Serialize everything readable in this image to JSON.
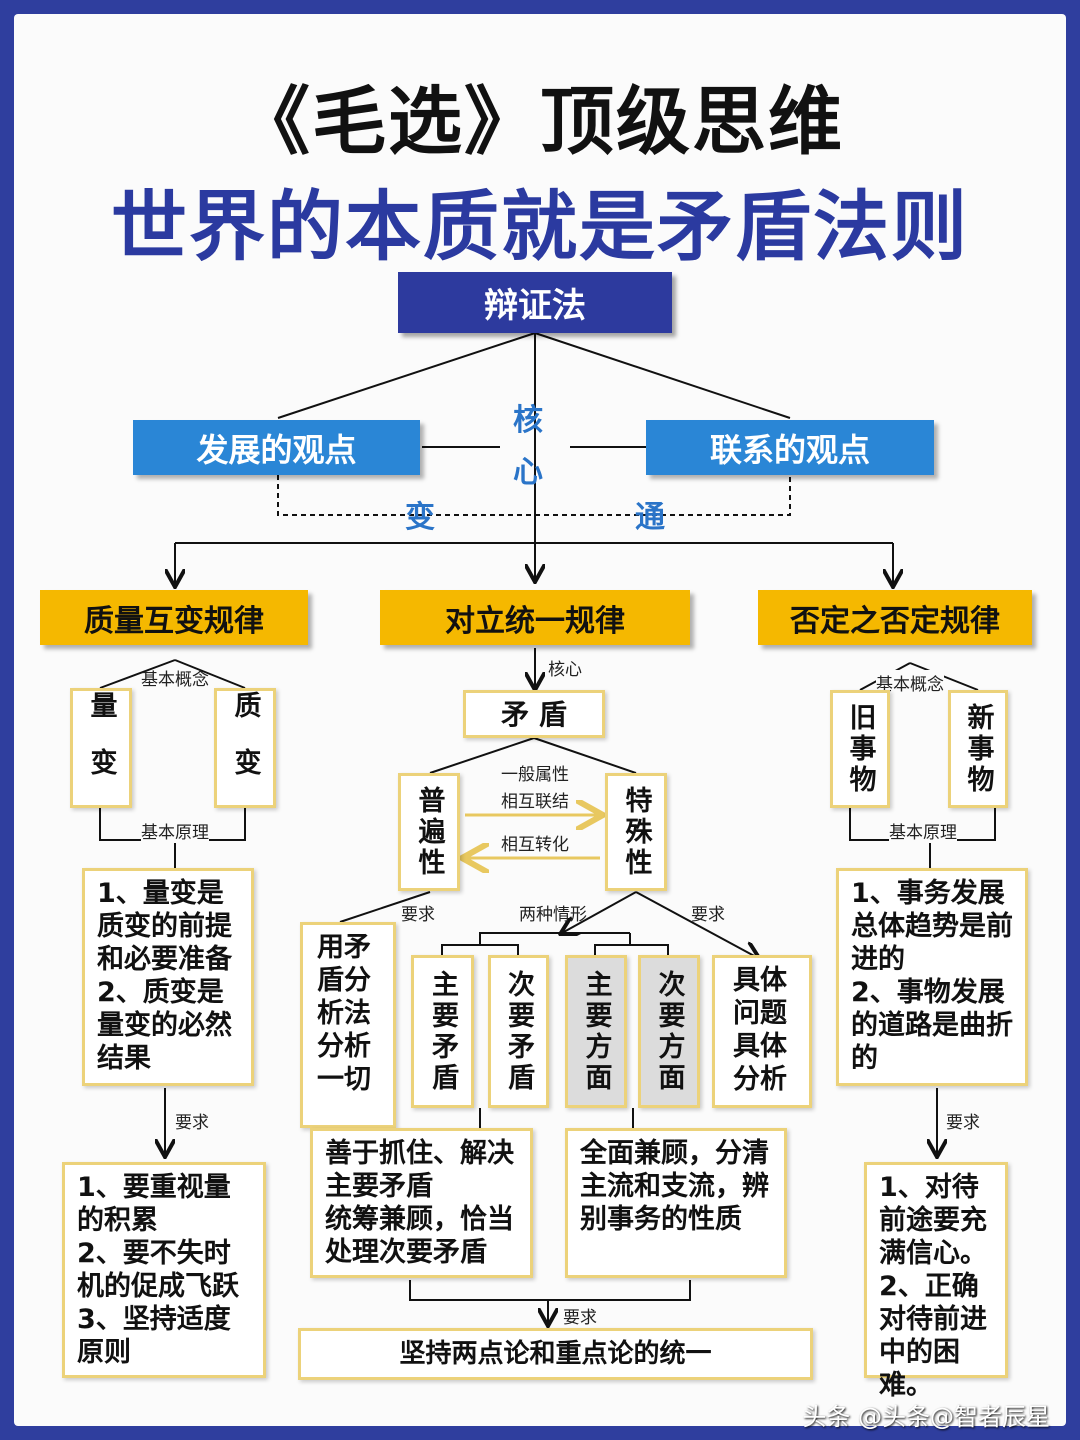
{
  "title": "《毛选》顶级思维",
  "subtitle": "世界的本质就是矛盾法则",
  "root": "辩证法",
  "left_view": "发展的观点",
  "right_view": "联系的观点",
  "core_1": "核",
  "core_2": "心",
  "change": "变",
  "connect": "通",
  "laws": [
    "质量互变规律",
    "对立统一规律",
    "否定之否定规律"
  ],
  "left": {
    "concept_label": "基本概念",
    "box_a": "量变",
    "box_b": "质变",
    "principle_label": "基本原理",
    "principle": "1、量变是质变的前提和必要准备\n2、质变是量变的必然结果",
    "require_label": "要求",
    "require": "1、要重视量的积累\n2、要不失时机的促成飞跃\n3、坚持适度原则"
  },
  "center": {
    "core_label": "核心",
    "contradiction": "矛 盾",
    "universal": "普遍性",
    "particular": "特殊性",
    "rel1": "一般属性",
    "rel2": "相互联结",
    "rel3": "相互转化",
    "req_left": "要求",
    "two_cases": "两种情形",
    "req_right": "要求",
    "analyze_all": "用矛盾分析法分析一切",
    "main_contra": "主要矛盾",
    "sub_contra": "次要矛盾",
    "main_aspect": "主要方面",
    "sub_aspect": "次要方面",
    "concrete": "具体问题具体分析",
    "bottom_left": "善于抓住、解决主要矛盾\n统筹兼顾，恰当处理次要矛盾",
    "bottom_right": "全面兼顾，分清主流和支流，辨别事务的性质",
    "req_bottom": "要求",
    "final": "坚持两点论和重点论的统一"
  },
  "right": {
    "concept_label": "基本概念",
    "box_a": "旧事物",
    "box_b": "新事物",
    "principle_label": "基本原理",
    "principle": "1、事务发展总体趋势是前进的\n2、事物发展的道路是曲折的",
    "require_label": "要求",
    "require": "1、对待前途要充满信心。\n2、正确对待前进中的困难。"
  },
  "watermark": "头条 @头条@智者辰星"
}
